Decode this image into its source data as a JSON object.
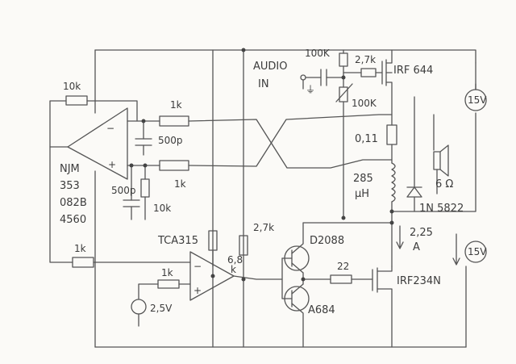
{
  "labels": {
    "audio_in_1": "AUDIO",
    "audio_in_2": "IN",
    "r_100k_top": "100K",
    "r_2_7k_top": "2,7k",
    "mosfet_top": "IRF 644",
    "pot_100k": "100K",
    "supply_top": "15V",
    "r_10k_fb": "10k",
    "r_1k_upper": "1k",
    "r_1k_lower": "1k",
    "cap_500p_1": "500p",
    "cap_500p_2": "500p",
    "r_10k_bias": "10k",
    "opamp_name_1": "NJM",
    "opamp_name_2": "353",
    "opamp_name_3": "082B",
    "opamp_name_4": "4560",
    "r_sense": "0,11",
    "inductor_val_1": "285",
    "inductor_val_2": "μH",
    "speaker_imp": "6 Ω",
    "diode_name": "1N 5822",
    "current_val": "2,25",
    "current_unit": "A",
    "supply_bottom": "15V",
    "r_1k_mid": "1k",
    "r_1k_ref": "1k",
    "ref_v": "2,5V",
    "comparator": "TCA315",
    "r_6_8k_1": "6,8",
    "r_6_8k_2": "k",
    "r_2_7k_mid": "2,7k",
    "q_npn": "D2088",
    "q_pnp": "A684",
    "r_22": "22",
    "mosfet_bottom": "IRF234N",
    "opamp_minus": "−",
    "opamp_plus": "+",
    "comp_minus": "−",
    "comp_plus": "+",
    "gnd_mark": "⏚"
  }
}
